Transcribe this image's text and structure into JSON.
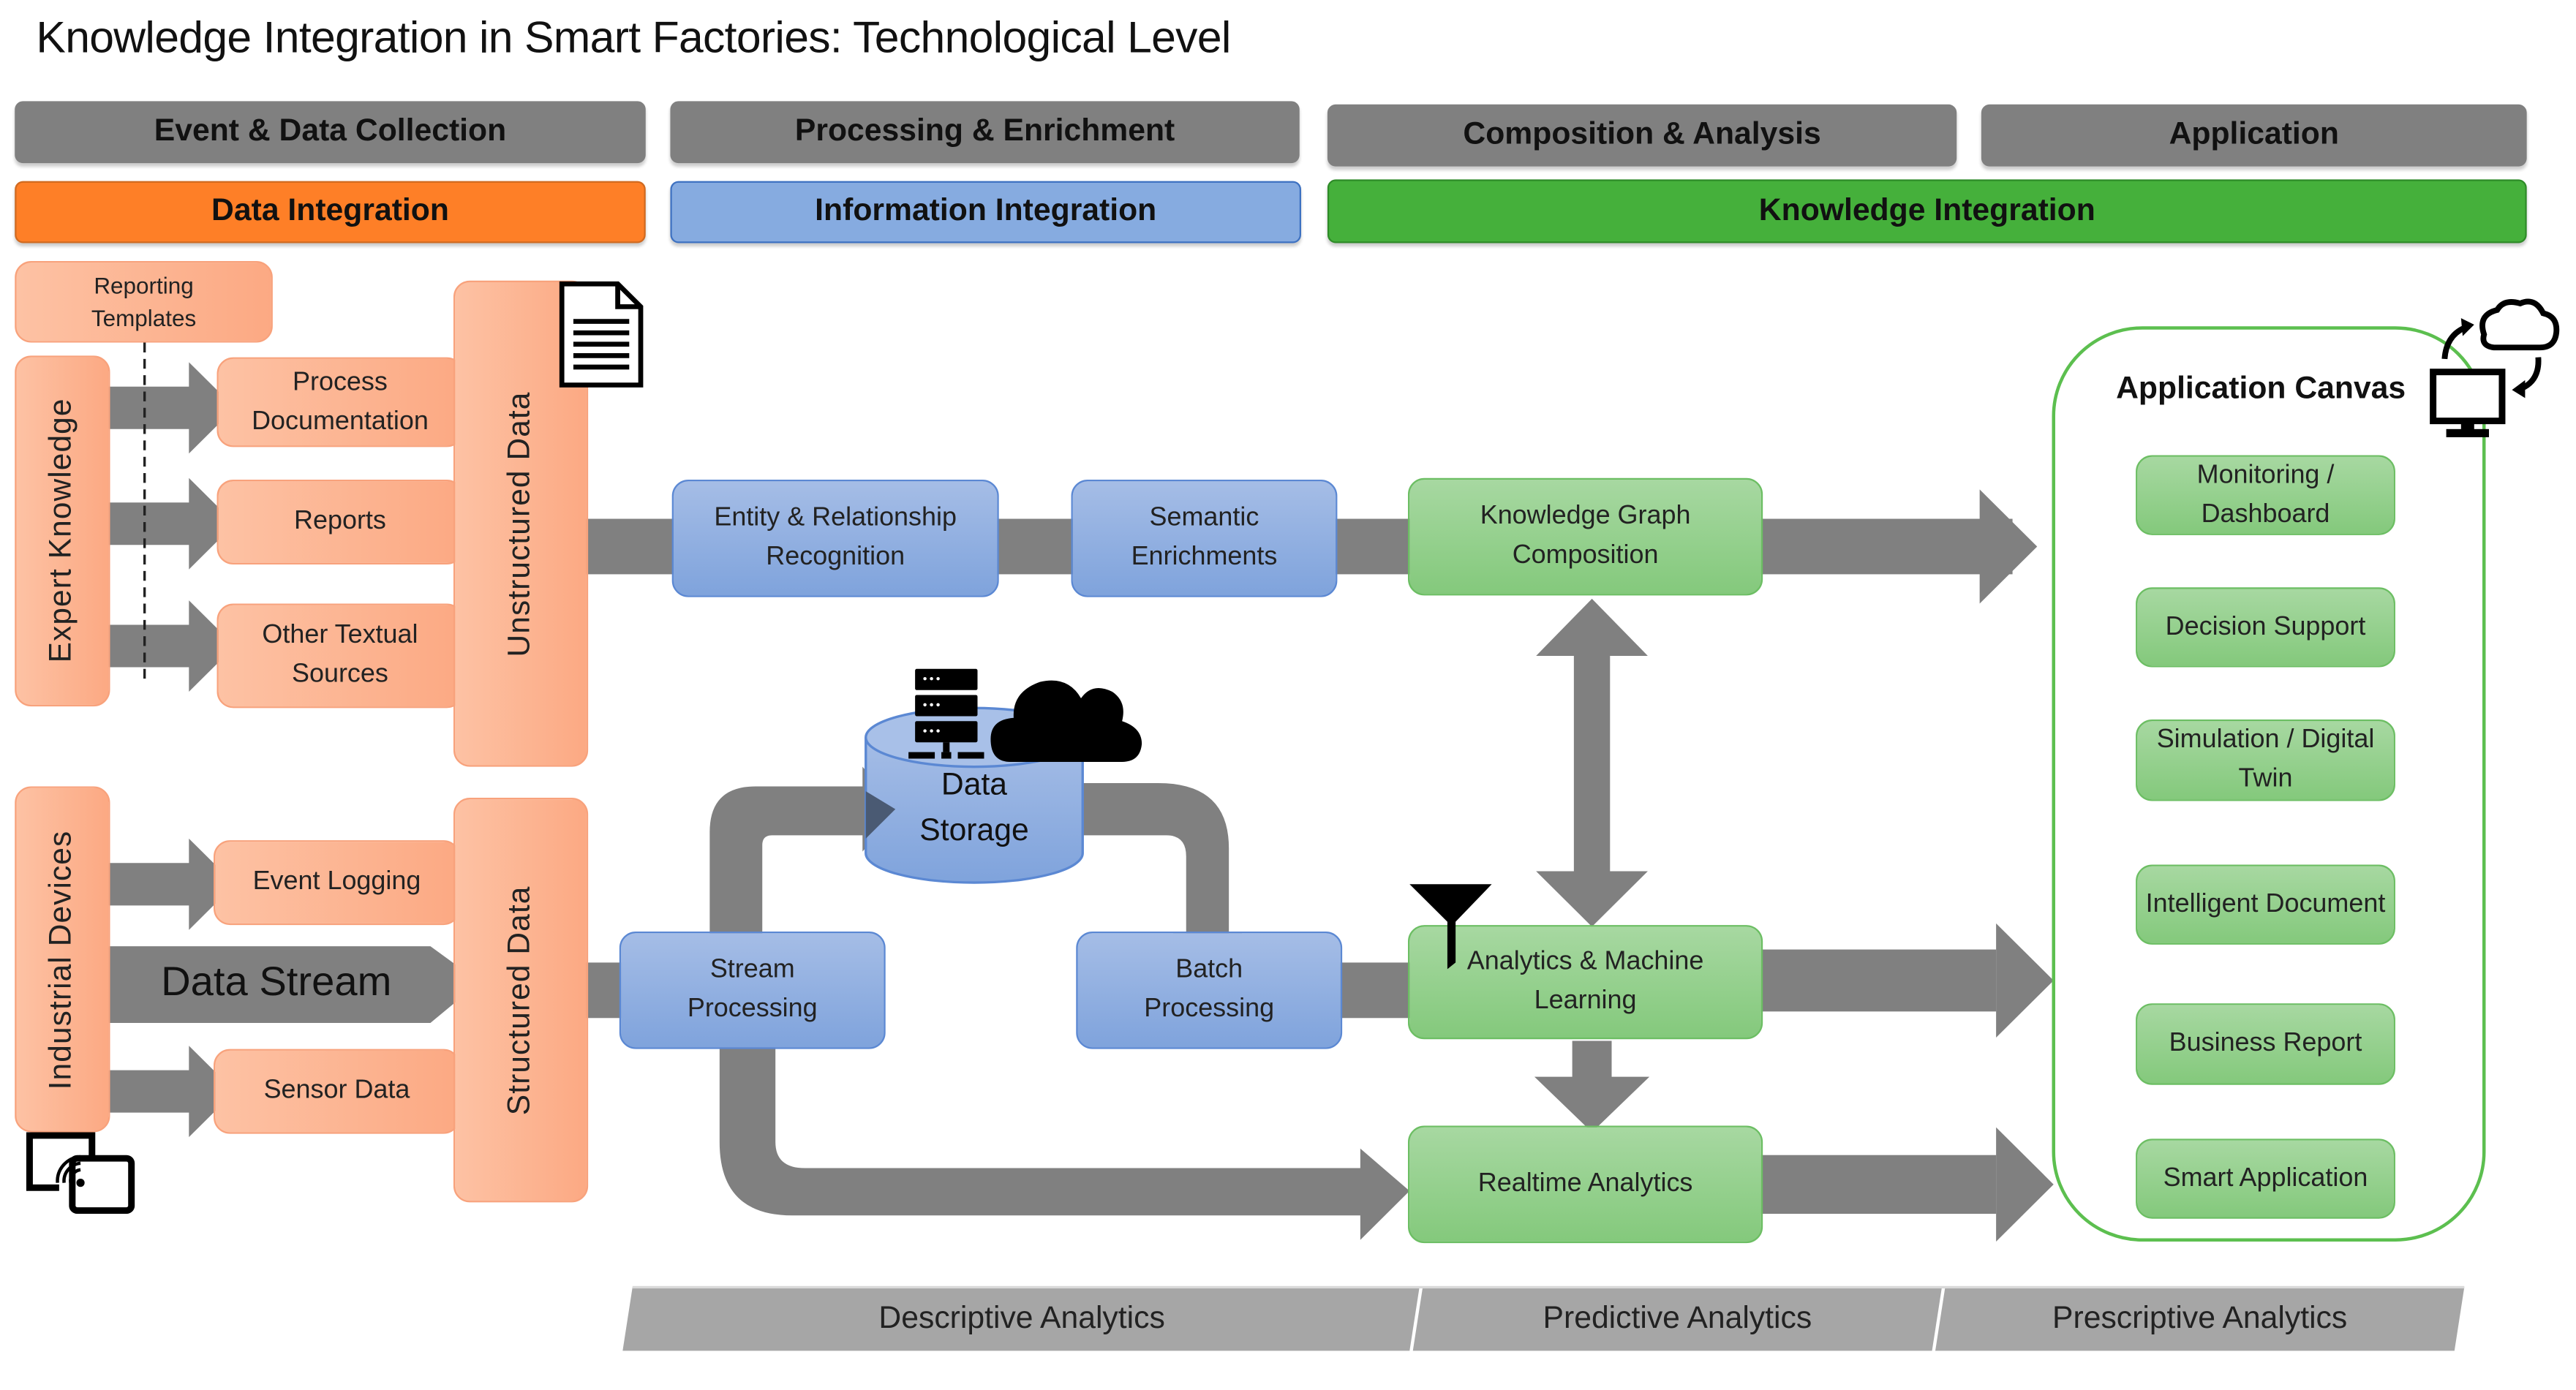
{
  "title": "Knowledge Integration in Smart Factories: Technological Level",
  "phases": [
    {
      "label": "Event & Data Collection"
    },
    {
      "label": "Processing & Enrichment"
    },
    {
      "label": "Composition & Analysis"
    },
    {
      "label": "Application"
    }
  ],
  "integration_bands": [
    {
      "label": "Data Integration",
      "color": "#fe7f27"
    },
    {
      "label": "Information Integration",
      "color": "#86abe0"
    },
    {
      "label": "Knowledge Integration",
      "color": "#45b03b"
    }
  ],
  "sources": {
    "reporting_templates": "Reporting Templates",
    "expert_knowledge": "Expert Knowledge",
    "industrial_devices": "Industrial Devices",
    "unstructured_data": "Unstructured Data",
    "structured_data": "Structured Data",
    "data_stream": "Data Stream",
    "textual_items": [
      "Process Documentation",
      "Reports",
      "Other Textual Sources"
    ],
    "device_items": [
      "Event Logging",
      "Sensor Data"
    ]
  },
  "processing": {
    "entity_recognition": "Entity & Relationship Recognition",
    "semantic_enrichments": "Semantic Enrichments",
    "stream_processing": "Stream Processing",
    "data_storage": "Data Storage",
    "batch_processing": "Batch Processing"
  },
  "analysis": {
    "knowledge_graph": "Knowledge Graph Composition",
    "analytics_ml": "Analytics & Machine Learning",
    "realtime": "Realtime Analytics"
  },
  "application_canvas": {
    "title": "Application Canvas",
    "items": [
      "Monitoring / Dashboard",
      "Decision Support",
      "Simulation / Digital Twin",
      "Intelligent Document",
      "Business Report",
      "Smart Application"
    ]
  },
  "analytics_levels": [
    "Descriptive Analytics",
    "Predictive Analytics",
    "Prescriptive Analytics"
  ],
  "colors": {
    "arrow_gray": "#808080",
    "salmon": "#fca983",
    "blue_box": "#8fb0e0",
    "green_box": "#90cd88",
    "canvas_border": "#5cbf4f",
    "analytics_band": "#a6a6a6"
  }
}
